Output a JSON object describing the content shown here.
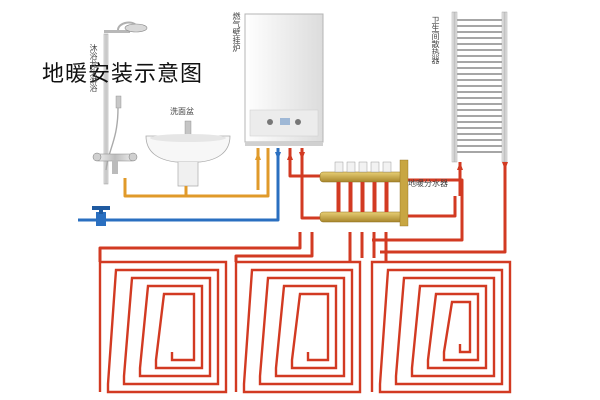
{
  "diagram": {
    "title": "地暖安装示意图",
    "labels": {
      "shower": "沐浴龙头淋浴",
      "basin": "洗面盆",
      "boiler": "燃气壁挂炉",
      "manifold": "地暖分水器",
      "radiator": "卫生间散热器"
    }
  },
  "colors": {
    "hot_pipe": "#d23a22",
    "cold_pipe": "#2a6fc0",
    "gas_pipe": "#e09a2a",
    "boiler_body": "#f2f2f2",
    "manifold_brass": "#c8a642"
  },
  "icons": [
    "valve-icon",
    "flow-arrow-icon",
    "shower-head-icon"
  ]
}
